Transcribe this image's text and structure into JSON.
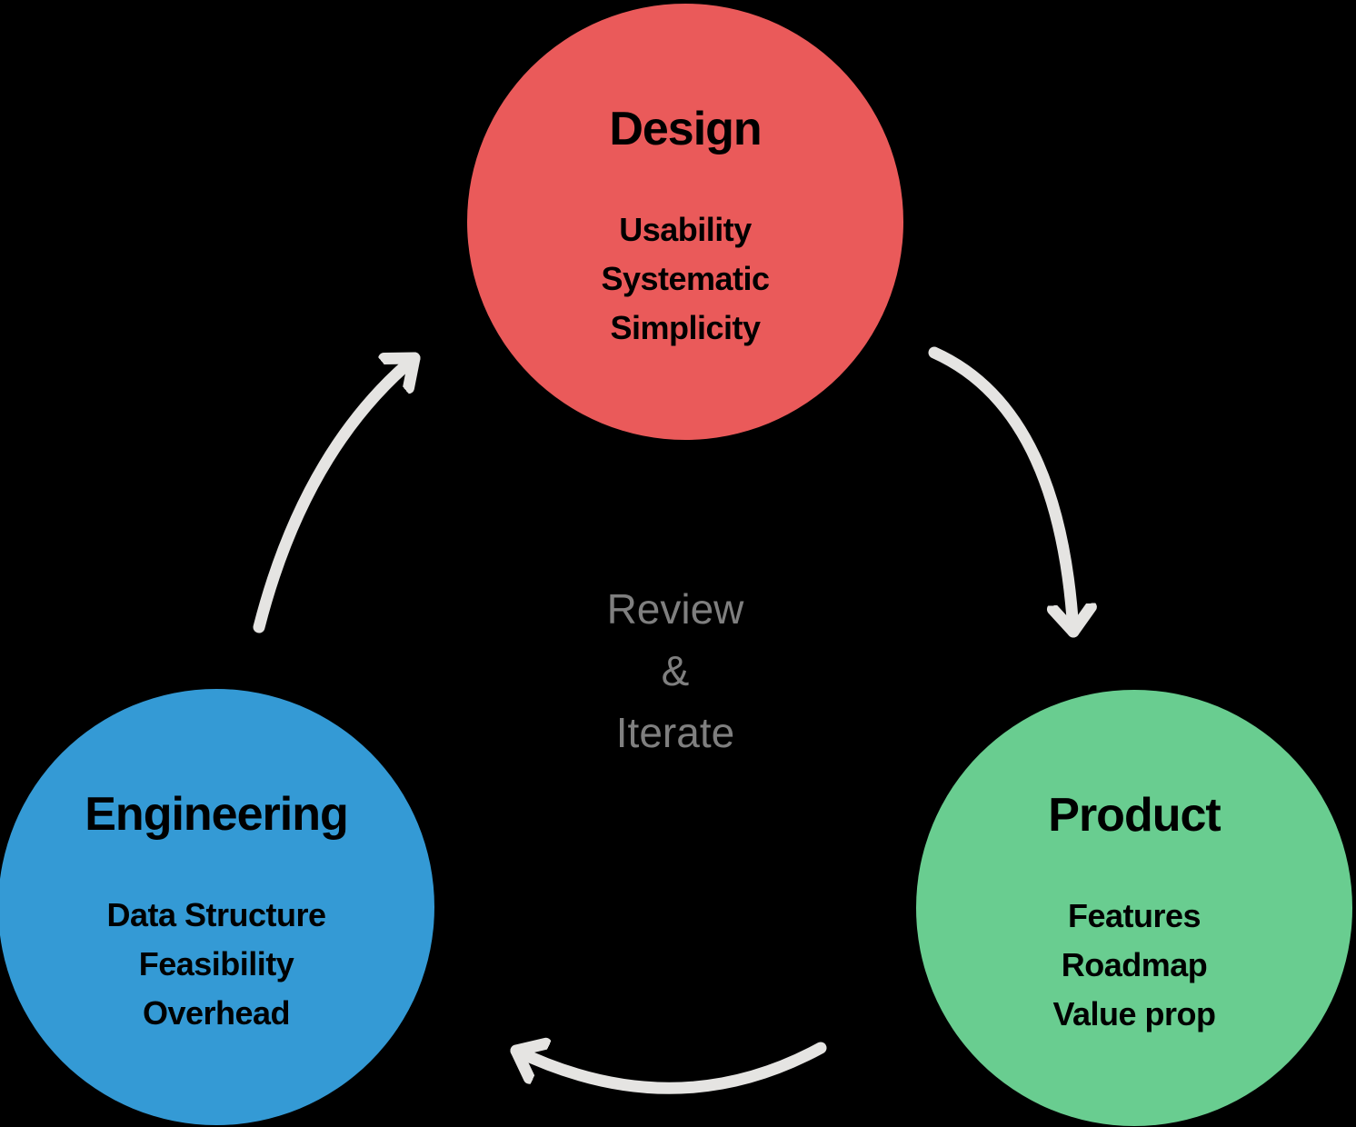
{
  "background_color": "#000000",
  "text_color": "#000000",
  "center": {
    "lines": [
      "Review",
      "&",
      "Iterate"
    ],
    "color": "#7f7f7f"
  },
  "nodes": {
    "design": {
      "title": "Design",
      "items": [
        "Usability",
        "Systematic",
        "Simplicity"
      ],
      "color": "#ea5a5a"
    },
    "engineering": {
      "title": "Engineering",
      "items": [
        "Data Structure",
        "Feasibility",
        "Overhead"
      ],
      "color": "#349ad5"
    },
    "product": {
      "title": "Product",
      "items": [
        "Features",
        "Roadmap",
        "Value prop"
      ],
      "color": "#69cd90"
    }
  },
  "arrows": {
    "color": "#e5e4e2",
    "design_to_product": "design-to-product",
    "product_to_engineering": "product-to-engineering",
    "engineering_to_design": "engineering-to-design"
  }
}
